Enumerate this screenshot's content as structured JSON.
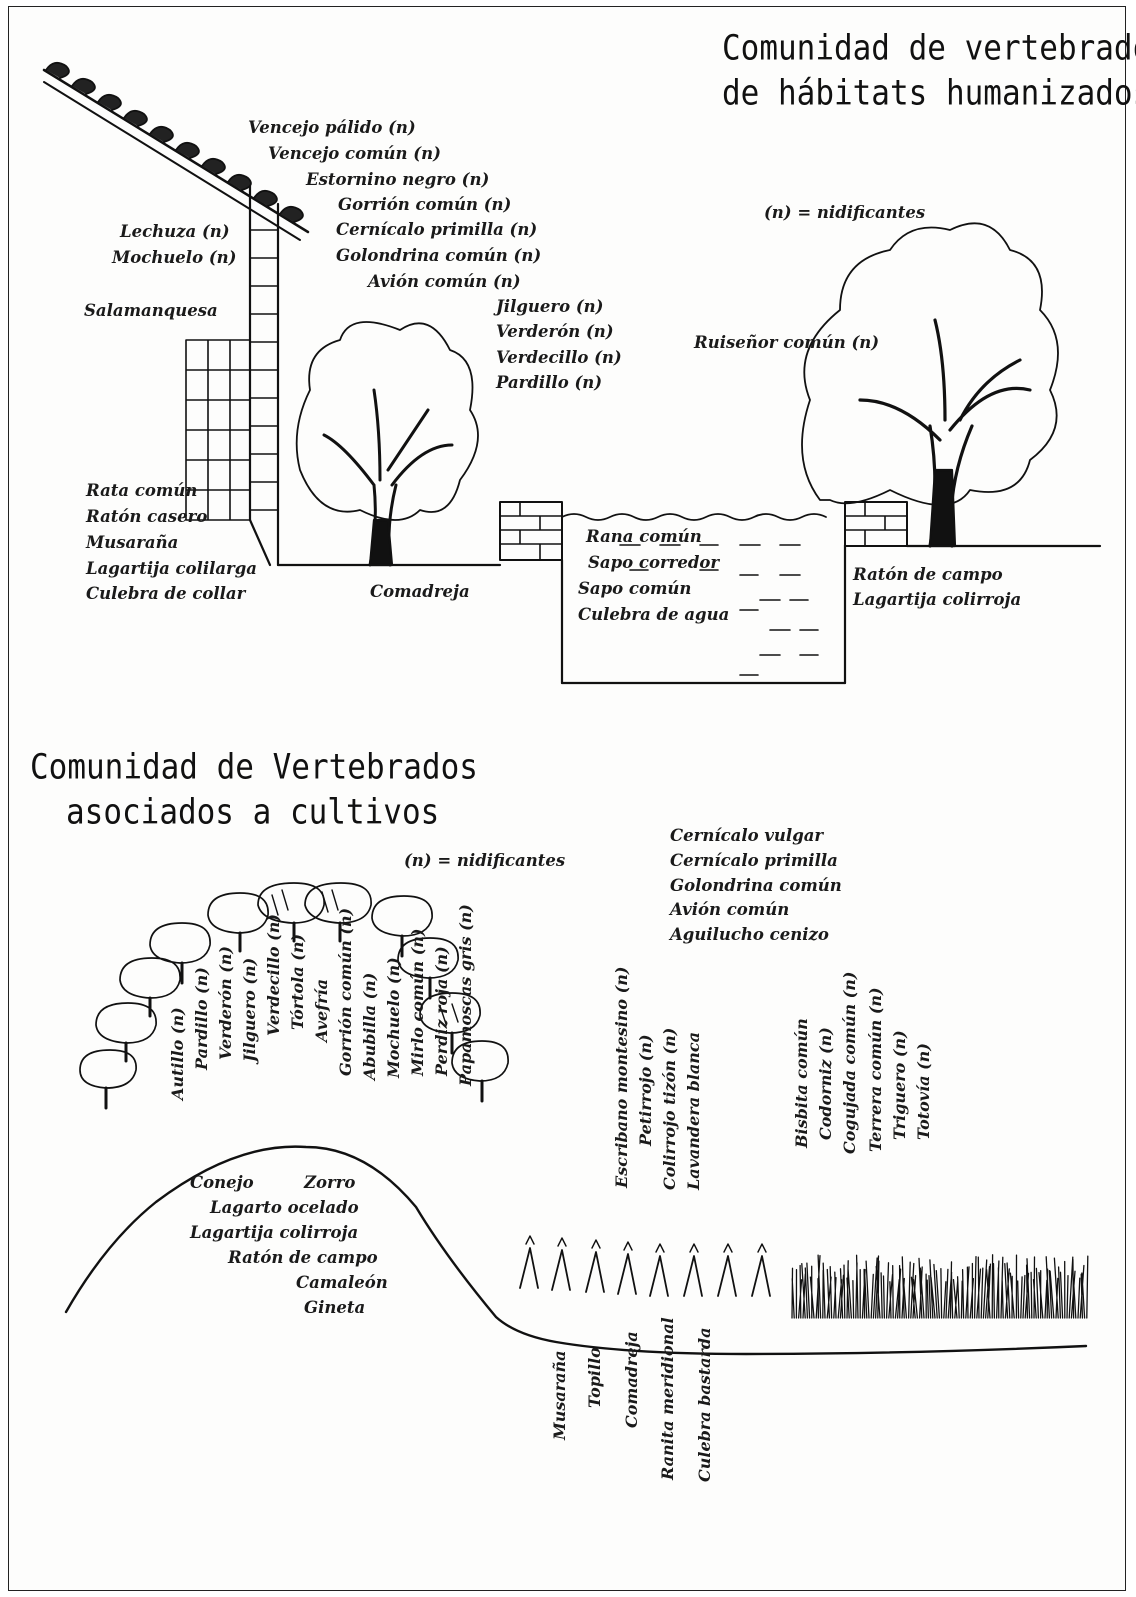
{
  "section_top": {
    "title_lines": [
      "Comunidad de vertebrados",
      "de hábitats humanizados"
    ],
    "legend": "(n) = nidificantes",
    "roof_labels": [
      "Vencejo pálido (n)",
      "Vencejo común (n)",
      "Estornino negro (n)",
      "Gorrión común (n)",
      "Cernícalo primilla (n)",
      "Golondrina común (n)",
      "Avión común (n)"
    ],
    "wall_labels": [
      "Lechuza (n)",
      "Mochuelo (n)",
      "Salamanquesa"
    ],
    "tree_labels": [
      "Jilguero (n)",
      "Verderón (n)",
      "Verdecillo (n)",
      "Pardillo (n)"
    ],
    "ground_labels": [
      "Rata común",
      "Ratón casero",
      "Musaraña",
      "Lagartija colilarga",
      "Culebra de collar"
    ],
    "garden_label": "Comadreja",
    "pond_labels": [
      "Rana común",
      "Sapo corredor",
      "Sapo común",
      "Culebra de agua"
    ],
    "right_tree_label": "Ruiseñor común (n)",
    "right_ground_labels": [
      "Ratón de campo",
      "Lagartija colirroja"
    ]
  },
  "section_bottom": {
    "title_lines": [
      "Comunidad de Vertebrados",
      "asociados a cultivos"
    ],
    "legend": "(n) = nidificantes",
    "sky_labels": [
      "Cernícalo vulgar",
      "Cernícalo primilla",
      "Golondrina común",
      "Avión común",
      "Aguilucho cenizo"
    ],
    "hill_vertical_labels": [
      "Autillo (n)",
      "Pardillo (n)",
      "Verderón (n)",
      "Jilguero (n)",
      "Verdecillo (n)",
      "Tórtola (n)",
      "Avefría",
      "Gorrión común (n)",
      "Abubilla (n)",
      "Mochuelo (n)",
      "Mirlo común (n)",
      "Perdiz roja (n)",
      "Papamoscas gris (n)"
    ],
    "hill_labels": [
      "Conejo",
      "Zorro",
      "Lagarto ocelado",
      "Lagartija colirroja",
      "Ratón de campo",
      "Camaleón",
      "Gineta"
    ],
    "vineyard_vertical_labels": [
      "Escribano montesino (n)",
      "Petirrojo (n)",
      "Colirrojo tizón (n)",
      "Lavandera blanca"
    ],
    "field_vertical_labels": [
      "Bisbita común",
      "Codorniz (n)",
      "Cogujada común (n)",
      "Terrera común (n)",
      "Triguero (n)",
      "Totovía (n)"
    ],
    "below_ground_vertical_labels": [
      "Musaraña",
      "Topillo",
      "Comadreja",
      "Ranita meridional",
      "Culebra bastarda"
    ]
  }
}
